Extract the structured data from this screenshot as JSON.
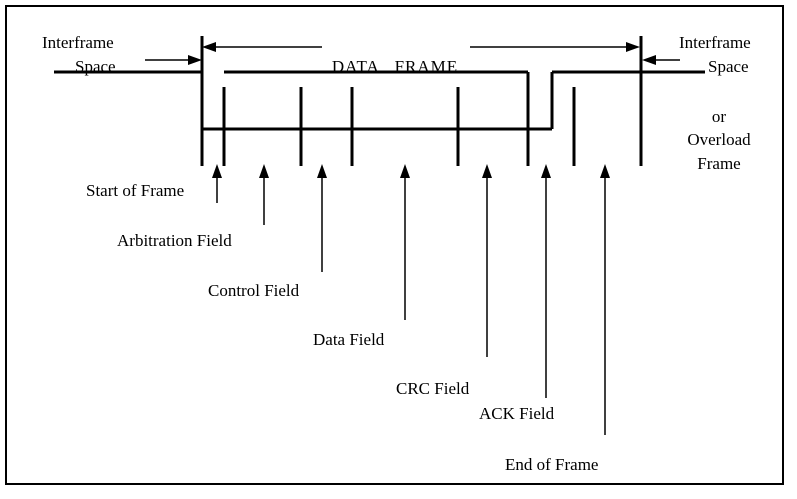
{
  "title": "DATA   FRAME",
  "left_space": {
    "line1": "Interframe",
    "line2": "Space"
  },
  "right_space": {
    "line1": "Interframe",
    "line2": "Space",
    "line3": "or",
    "line4": "Overload",
    "line5": "Frame"
  },
  "fields": [
    {
      "id": "start-of-frame",
      "label": "Start of Frame"
    },
    {
      "id": "arbitration-field",
      "label": "Arbitration Field"
    },
    {
      "id": "control-field",
      "label": "Control Field"
    },
    {
      "id": "data-field",
      "label": "Data Field"
    },
    {
      "id": "crc-field",
      "label": "CRC Field"
    },
    {
      "id": "ack-field",
      "label": "ACK Field"
    },
    {
      "id": "end-of-frame",
      "label": "End of Frame"
    }
  ]
}
